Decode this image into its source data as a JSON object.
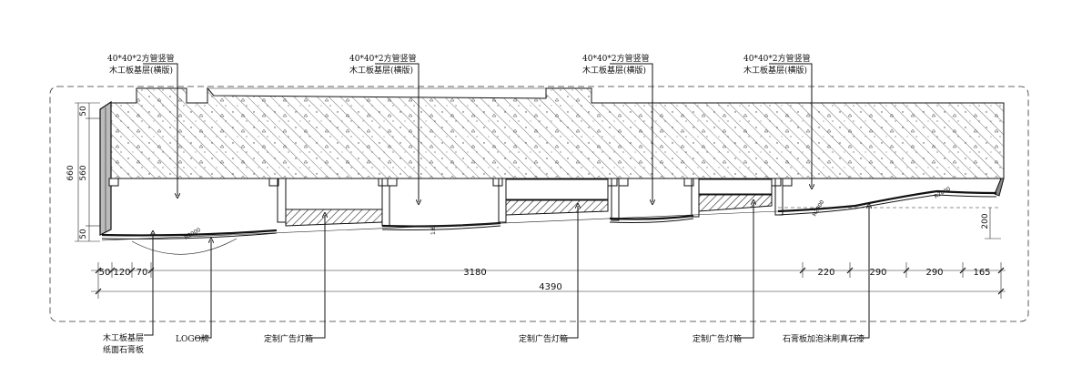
{
  "callouts_top": [
    {
      "line1": "40*40*2方管竖管",
      "line2": "木工板基层(横版)"
    },
    {
      "line1": "40*40*2方管竖管",
      "line2": "木工板基层(横版)"
    },
    {
      "line1": "40*40*2方管竖管",
      "line2": "木工板基层(横版)"
    },
    {
      "line1": "40*40*2方管竖管",
      "line2": "木工板基层(横版)"
    }
  ],
  "callouts_bottom": [
    {
      "line1": "木工板基层",
      "line2": "纸面石膏板"
    },
    {
      "line1": "LOGO牌",
      "line2": ""
    },
    {
      "line1": "定制广告灯箱",
      "line2": ""
    },
    {
      "line1": "定制广告灯箱",
      "line2": ""
    },
    {
      "line1": "定制广告灯箱",
      "line2": ""
    },
    {
      "line1": "石膏板加泡沫刷真石漆",
      "line2": ""
    }
  ],
  "dims_left": [
    "660",
    "50",
    "560",
    "50"
  ],
  "dims_right": [
    "200"
  ],
  "dims_bottom": [
    "50",
    "120",
    "70",
    "3180",
    "220",
    "290",
    "290",
    "165"
  ],
  "dims_total": "4390",
  "radius_labels": [
    "R2000",
    "R2000",
    "R2000"
  ],
  "slope_label": "1:6"
}
